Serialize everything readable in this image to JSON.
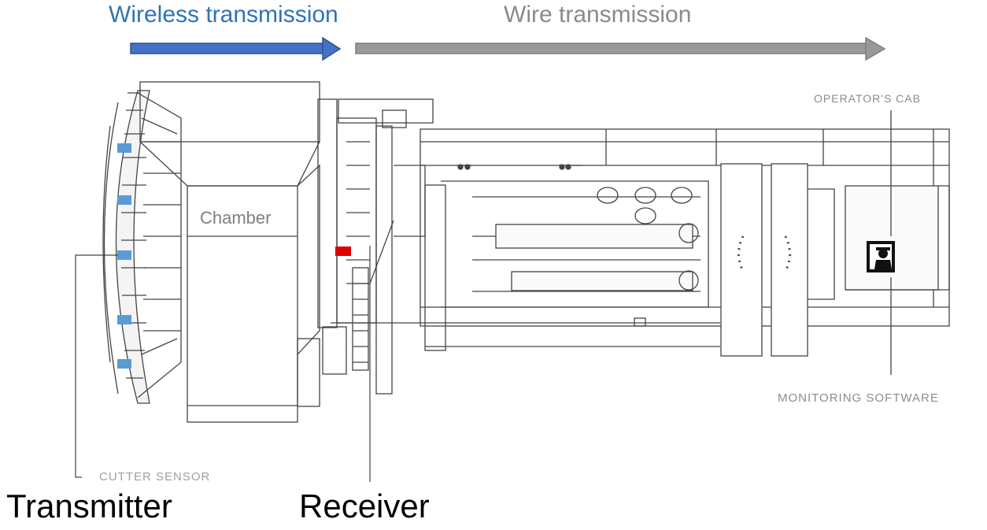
{
  "labels": {
    "wireless": "Wireless transmission",
    "wire": "Wire transmission",
    "chamber": "Chamber",
    "operators_cab": "OPERATOR'S CAB",
    "monitoring_software": "MONITORING SOFTWARE",
    "cutter_sensor": "CUTTER SENSOR",
    "transmitter": "Transmitter",
    "receiver": "Receiver"
  },
  "colors": {
    "wireless_arrow": "#4472c4",
    "wire_arrow": "#8c8c8c",
    "sensor": "#5b9bd5",
    "receiver": "#e00000"
  },
  "icons": [
    "operator-icon"
  ]
}
